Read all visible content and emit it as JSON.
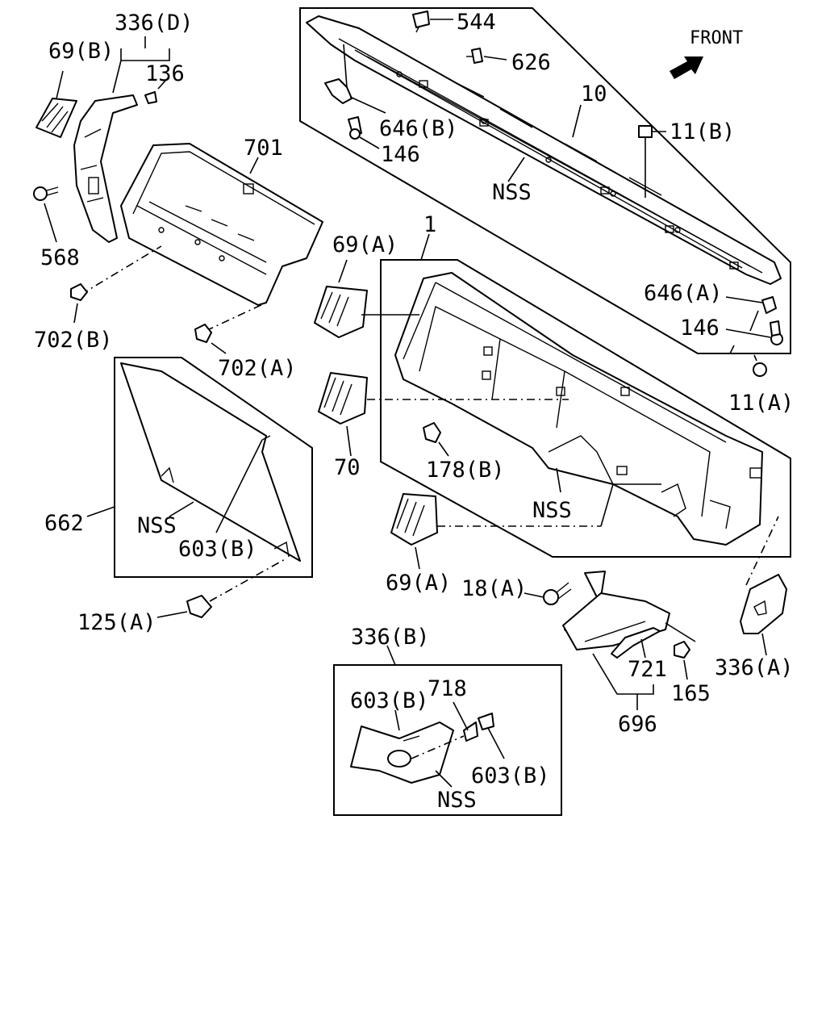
{
  "front_label": "FRONT",
  "labels": {
    "p336d": "336(D)",
    "p69b": "69(B)",
    "p136": "136",
    "p544": "544",
    "p626": "626",
    "p10": "10",
    "p646b": "646(B)",
    "p146a": "146",
    "p11b": "11(B)",
    "nss_top": "NSS",
    "p701": "701",
    "p568": "568",
    "p702b": "702(B)",
    "p702a": "702(A)",
    "p69a_top": "69(A)",
    "p1": "1",
    "p646a": "646(A)",
    "p146b": "146",
    "p11a": "11(A)",
    "p70": "70",
    "p178b": "178(B)",
    "nss_mid": "NSS",
    "p662": "662",
    "nss_left": "NSS",
    "p603b_left": "603(B)",
    "p69a_bot": "69(A)",
    "p18a": "18(A)",
    "p125a": "125(A)",
    "p336a": "336(A)",
    "p721": "721",
    "p165": "165",
    "p696": "696",
    "p336b": "336(B)",
    "p603b_box1": "603(B)",
    "p718": "718",
    "p603b_box2": "603(B)",
    "nss_box": "NSS"
  }
}
